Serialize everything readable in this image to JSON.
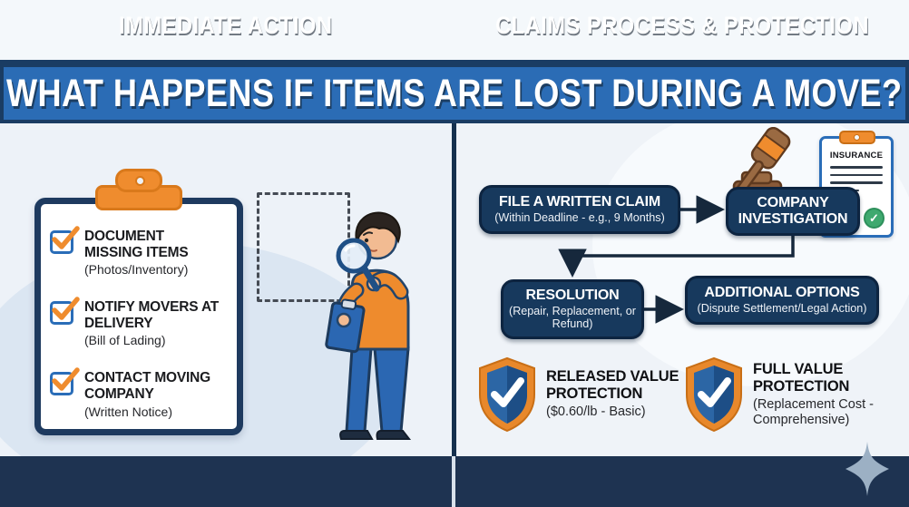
{
  "header": {
    "title": "WHAT HAPPENS IF ITEMS ARE LOST DURING A MOVE?"
  },
  "left_panel": {
    "checklist": [
      {
        "title": "DOCUMENT MISSING ITEMS",
        "subtitle": "(Photos/Inventory)"
      },
      {
        "title": "NOTIFY MOVERS AT DELIVERY",
        "subtitle": "(Bill of Lading)"
      },
      {
        "title": "CONTACT MOVING COMPANY",
        "subtitle": "(Written Notice)"
      }
    ],
    "footer_label": "IMMEDIATE ACTION"
  },
  "right_panel": {
    "flow": {
      "step1": {
        "title": "FILE A WRITTEN CLAIM",
        "subtitle": "(Within Deadline - e.g., 9 Months)"
      },
      "step2": {
        "title": "COMPANY INVESTIGATION"
      },
      "step3": {
        "title": "RESOLUTION",
        "subtitle": "(Repair, Replacement, or Refund)"
      },
      "step4": {
        "title": "ADDITIONAL OPTIONS",
        "subtitle": "(Dispute Settlement/Legal Action)"
      }
    },
    "insurance_document": {
      "label": "INSURANCE"
    },
    "protections": [
      {
        "title": "RELEASED VALUE PROTECTION",
        "subtitle": "($0.60/lb - Basic)"
      },
      {
        "title": "FULL VALUE PROTECTION",
        "subtitle": "(Replacement Cost - Comprehensive)"
      }
    ],
    "footer_label": "CLAIMS PROCESS & PROTECTION"
  },
  "icons": {
    "check_glyph": "✓"
  },
  "colors": {
    "header_blue": "#2b6cb5",
    "box_navy": "#17395d",
    "footer_navy": "#1e3351",
    "accent_orange": "#ee8b2d",
    "shield_blue": "#2c66a5",
    "check_green": "#3fa96f",
    "sparkle_grey": "#9cb0c4",
    "panel_bg": "#edf2f8"
  }
}
